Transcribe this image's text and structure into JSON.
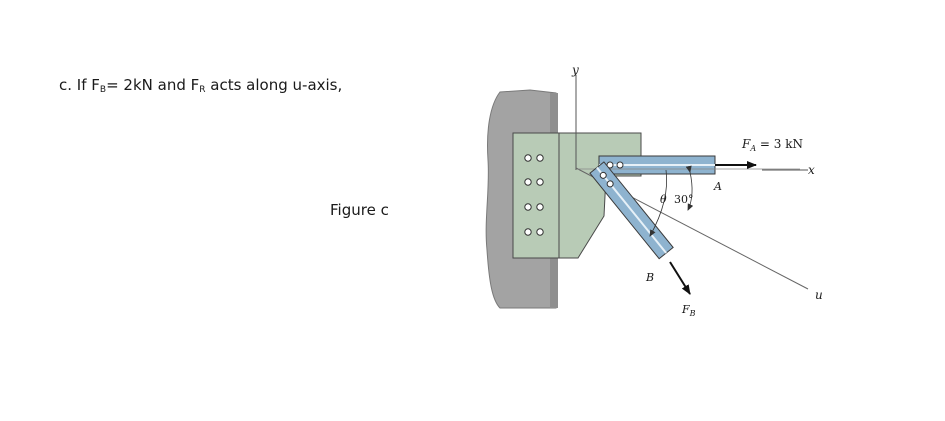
{
  "question": {
    "prefix": "c. If F",
    "fb_sub": "B",
    "mid": "= 2kN and F",
    "fr_sub": "R",
    "suffix": " acts along u-axis,"
  },
  "caption": "Figure c",
  "diagram": {
    "y_label": "y",
    "x_label": "x",
    "u_label": "u",
    "fa_label": "F",
    "fa_sub": "A",
    "fa_value": " = 3 kN",
    "a_label": "A",
    "b_label": "B",
    "fb_label": "F",
    "fb_sub": "B",
    "theta_label": "θ",
    "angle_label": "30°"
  },
  "colors": {
    "wall": "#a3a3a3",
    "plate": "#b8cbb6",
    "member": "#8eb3cf",
    "arrow": "#111111"
  }
}
